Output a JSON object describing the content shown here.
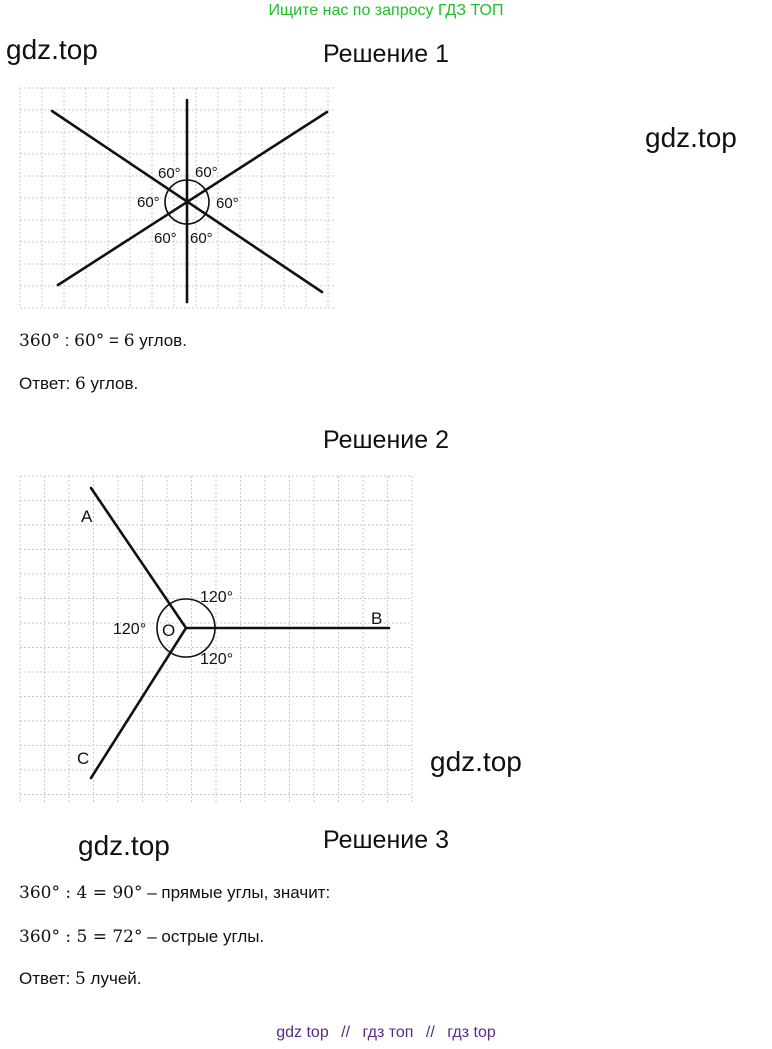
{
  "banner": "Ищите нас по запросу ГДЗ ТОП",
  "watermarks": [
    "gdz.top",
    "gdz.top",
    "gdz.top",
    "gdz.top"
  ],
  "solution1": {
    "title": "Решение 1",
    "angle_labels": [
      "60°",
      "60°",
      "60°",
      "60°",
      "60°",
      "60°"
    ],
    "calc": {
      "n1": "360°",
      "op": ":",
      "n2": "60°",
      "eq": "=",
      "res": "6",
      "tail": "углов."
    },
    "answer": {
      "prefix": "Ответ:",
      "num": "6",
      "tail": "углов."
    }
  },
  "solution2": {
    "title": "Решение 2",
    "angle_labels": [
      "120°",
      "120°",
      "120°"
    ],
    "point_labels": {
      "a": "A",
      "b": "B",
      "c": "C",
      "o": "O"
    }
  },
  "solution3": {
    "title": "Решение 3",
    "line1": {
      "expr": "360° : 4 = 90°",
      "tail": "– прямые углы, значит:"
    },
    "line2": {
      "expr": "360° : 5 = 72°",
      "tail": "– острые углы."
    },
    "answer": {
      "prefix": "Ответ:",
      "num": "5",
      "tail": "лучей."
    }
  },
  "footer": {
    "links": [
      "gdz top",
      "гдз топ",
      "гдз top"
    ],
    "separator": "//"
  }
}
